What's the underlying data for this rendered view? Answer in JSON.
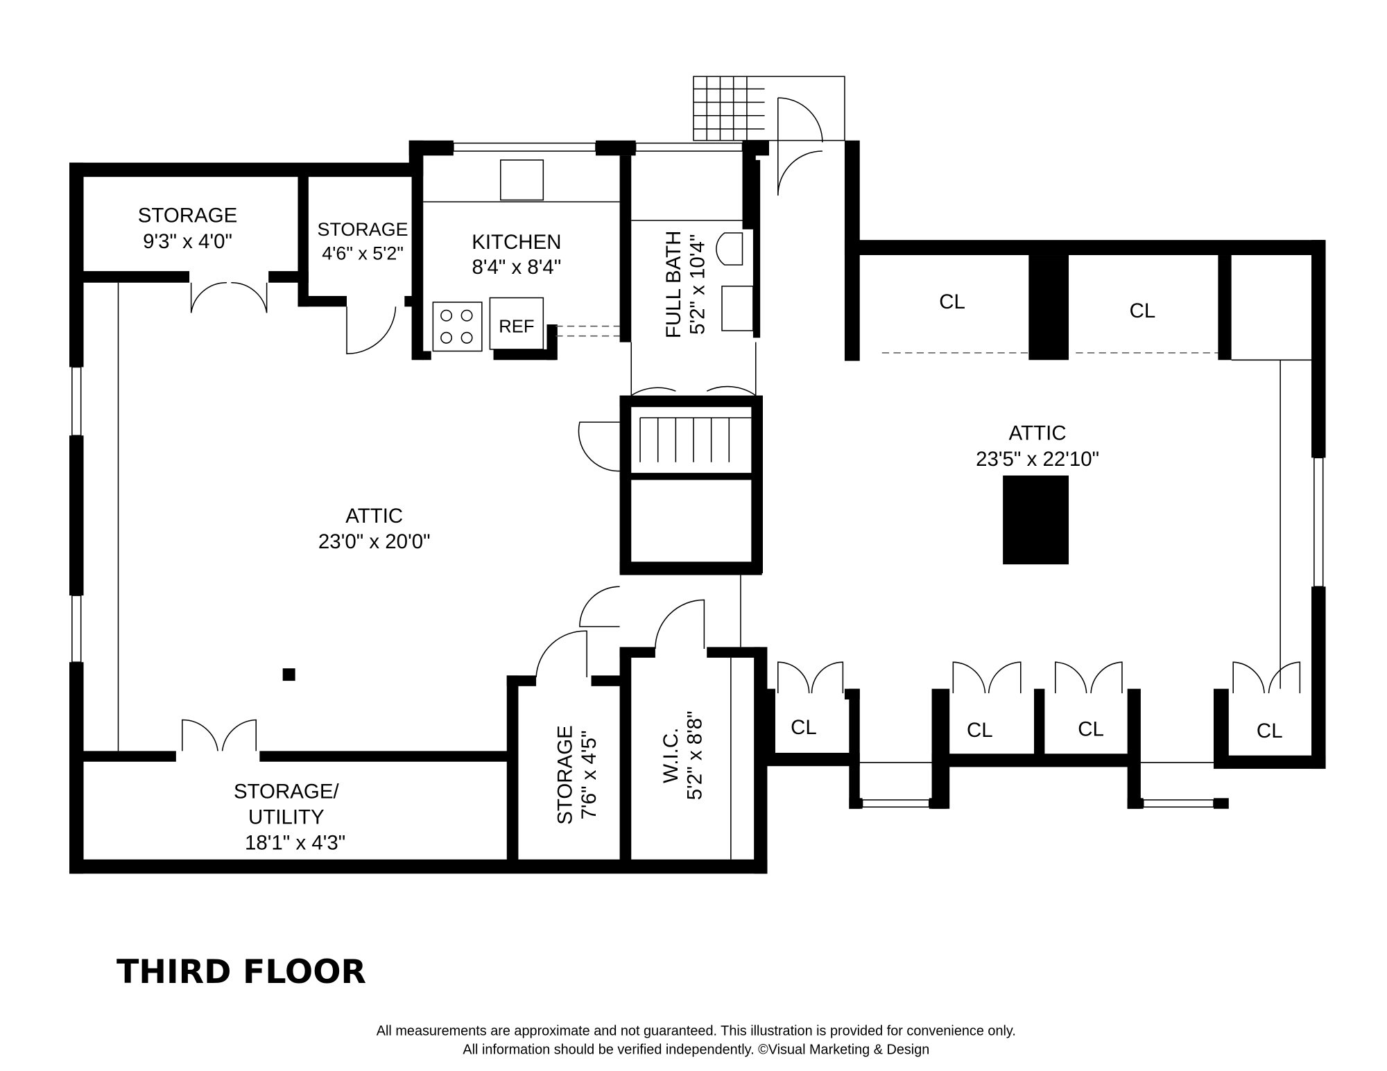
{
  "plan": {
    "title": "THIRD FLOOR",
    "rooms": [
      {
        "name": "STORAGE",
        "dims": "9'3\" x 4'0\""
      },
      {
        "name": "STORAGE",
        "dims": "4'6\" x 5'2\""
      },
      {
        "name": "KITCHEN",
        "dims": "8'4\" x 8'4\""
      },
      {
        "name": "FULL BATH",
        "dims": "5'2\" x 10'4\""
      },
      {
        "name": "ATTIC",
        "dims": "23'0\" x 20'0\""
      },
      {
        "name": "ATTIC",
        "dims": "23'5\" x 22'10\""
      },
      {
        "name": "STORAGE/",
        "name2": "UTILITY",
        "dims": "18'1\" x 4'3\""
      },
      {
        "name": "STORAGE",
        "dims": "7'6\" x 4'5\""
      },
      {
        "name": "W.I.C.",
        "dims": "5'2\" x 8'8\""
      }
    ],
    "fixtures": {
      "ref": "REF",
      "closet": "CL"
    },
    "disclaimer": [
      "All measurements are approximate and not guaranteed. This illustration is provided for convenience only.",
      "All information should be verified independently. ©Visual Marketing & Design"
    ]
  }
}
